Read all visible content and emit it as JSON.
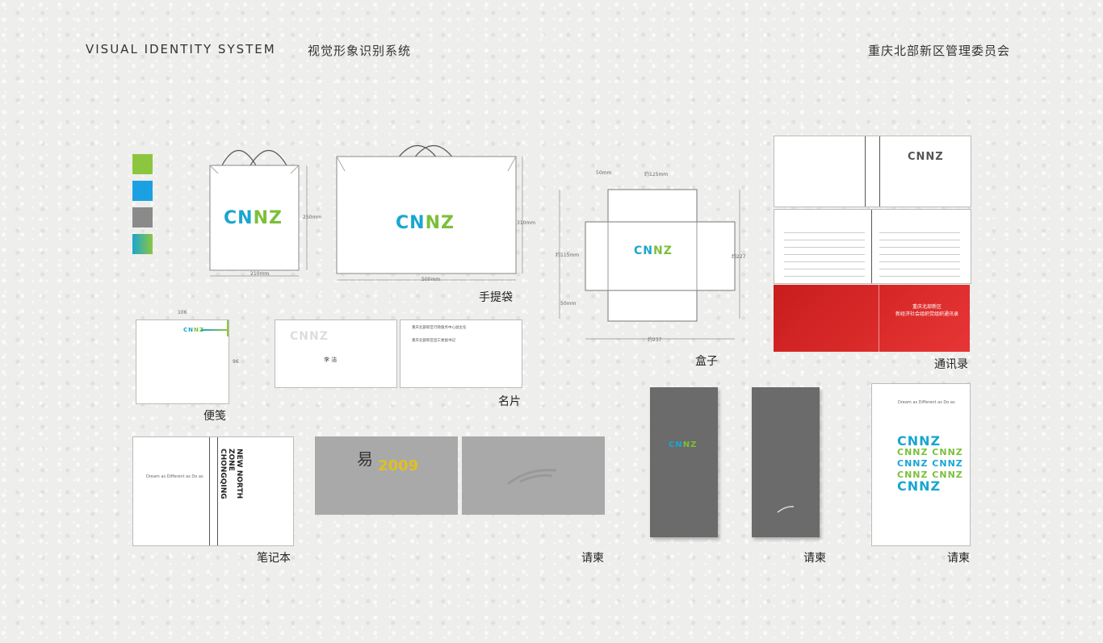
{
  "header": {
    "title_en": "VISUAL   IDENTITY   SYSTEM",
    "title_cn": "视觉形象识别系统",
    "org": "重庆北部新区管理委员会"
  },
  "colors": {
    "green": "#8cc63f",
    "blue": "#1ba1e2",
    "gray": "#8a8a8a",
    "gradient": "#1aa6cf-#8cc63f"
  },
  "logo": {
    "text": "CNNZ",
    "tagline": "Dream as   Different as  Do as"
  },
  "bag": {
    "caption": "手提袋",
    "small_w": "210mm",
    "small_h": "250mm",
    "large_w": "500mm",
    "large_h": "310mm"
  },
  "box": {
    "caption": "盒子",
    "top_a": "50mm",
    "top_b": "约125mm",
    "left": "约115mm",
    "right": "约227",
    "bottom_left": "50mm",
    "bottom": "约237"
  },
  "directory": {
    "caption": "通讯录",
    "red_title": "重庆北部新区\n新经济社会组织党组织通讯录"
  },
  "notepad": {
    "caption": "便笺",
    "w": "106",
    "h": "96"
  },
  "card": {
    "caption": "名片",
    "name": "李 洁",
    "org_line": "重庆北部新区行政服务中心副主任",
    "org_line2": "重庆北部新区团工委副书记"
  },
  "notebook": {
    "caption": "笔记本",
    "spine_text": "NEW NORTH ZONE CHONGQING"
  },
  "invite1": {
    "caption": "请柬",
    "year": "2009"
  },
  "invite2": {
    "caption": "请柬"
  },
  "invite3": {
    "caption": "请柬"
  }
}
